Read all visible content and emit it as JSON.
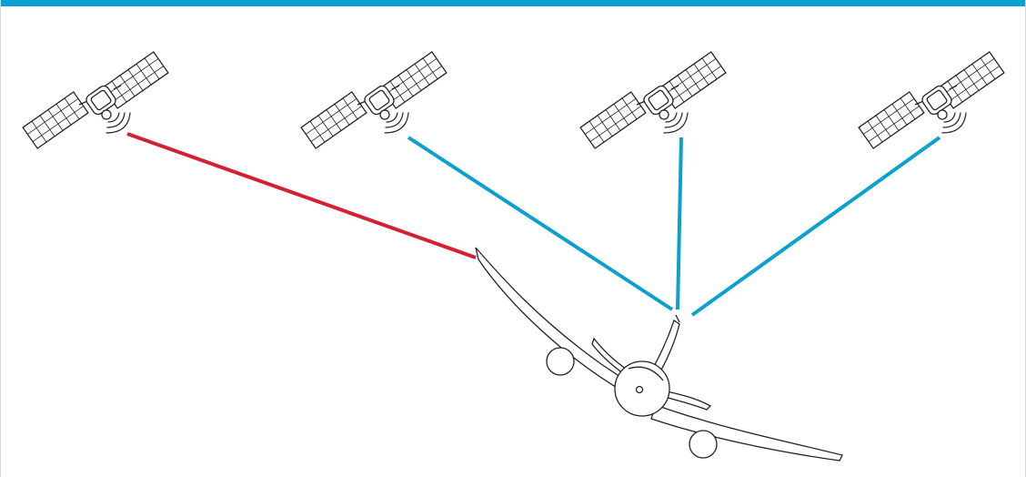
{
  "colors": {
    "accent_bar": "#0aa0cf",
    "good_signal": "#0aa0cf",
    "blocked_signal": "#d41f34",
    "outline": "#222222",
    "background": "#ffffff"
  },
  "satellites": [
    {
      "id": "satellite-1",
      "icon": "satellite-icon",
      "signal": "blocked"
    },
    {
      "id": "satellite-2",
      "icon": "satellite-icon",
      "signal": "good"
    },
    {
      "id": "satellite-3",
      "icon": "satellite-icon",
      "signal": "good"
    },
    {
      "id": "satellite-4",
      "icon": "satellite-icon",
      "signal": "good"
    }
  ],
  "aircraft": {
    "icon": "airplane-icon",
    "antenna": "antenna-icon"
  }
}
